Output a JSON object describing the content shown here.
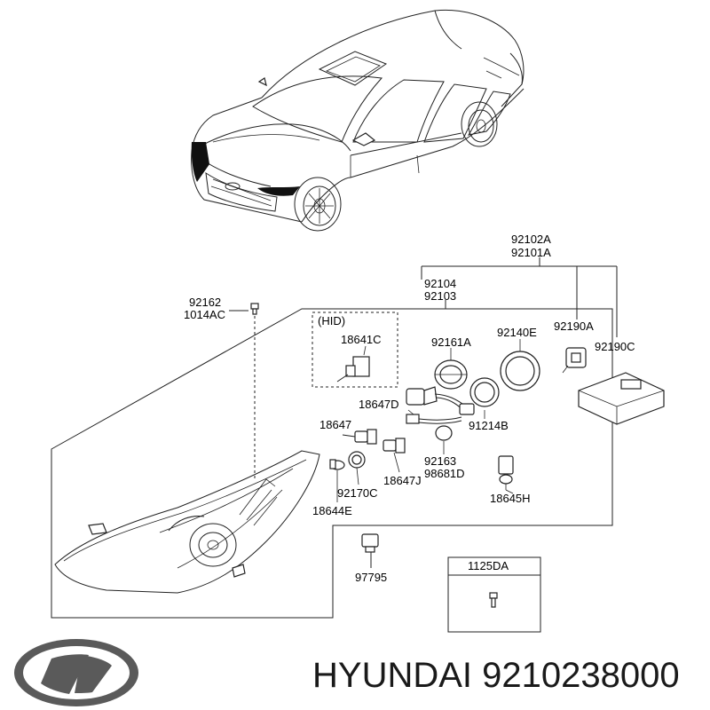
{
  "diagram": {
    "labels": {
      "l92102A": "92102A",
      "l92101A": "92101A",
      "l92104": "92104",
      "l92103": "92103",
      "l92162": "92162",
      "l1014AC": "1014AC",
      "hid": "(HID)",
      "l18641C": "18641C",
      "l92161A": "92161A",
      "l92140E": "92140E",
      "l92190A": "92190A",
      "l92190C": "92190C",
      "l18647D": "18647D",
      "l18647": "18647",
      "l91214B": "91214B",
      "l92163": "92163",
      "l98681D": "98681D",
      "l18647J": "18647J",
      "l92170C": "92170C",
      "l18645H": "18645H",
      "l18644E": "18644E",
      "l97795": "97795",
      "l1125DA": "1125DA"
    },
    "caption": "HYUNDAI 9210238000"
  }
}
